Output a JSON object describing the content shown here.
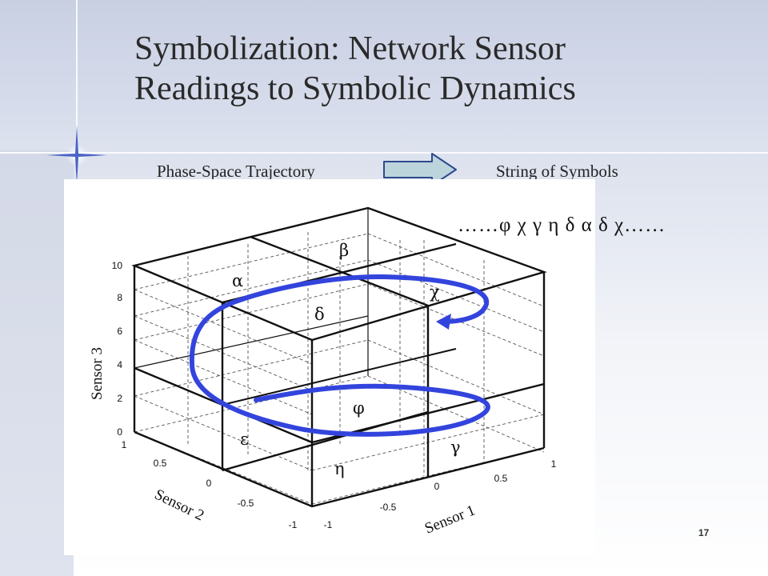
{
  "slide": {
    "title_line1": "Symbolization:  Network Sensor",
    "title_line2": "Readings to Symbolic Dynamics",
    "left_label": "Phase-Space Trajectory",
    "right_label": "String of Symbols",
    "symbol_sequence": "……φ χ γ η δ α δ χ……",
    "page_number": "17"
  },
  "colors": {
    "trajectory": "#3344dd",
    "arrow_fill": "#bcd4dc",
    "arrow_stroke": "#2e4a8c"
  },
  "chart_data": {
    "type": "diagram",
    "axes": {
      "sensor1": {
        "label": "Sensor 1",
        "ticks": [
          "-1",
          "-0.5",
          "0",
          "0.5",
          "1"
        ]
      },
      "sensor2": {
        "label": "Sensor 2",
        "ticks": [
          "-1",
          "-0.5",
          "0",
          "0.5",
          "1"
        ]
      },
      "sensor3": {
        "label": "Sensor 3",
        "ticks": [
          "0",
          "2",
          "4",
          "6",
          "8",
          "10"
        ]
      }
    },
    "region_labels": [
      "α",
      "β",
      "χ",
      "δ",
      "φ",
      "ε",
      "η",
      "γ"
    ]
  }
}
